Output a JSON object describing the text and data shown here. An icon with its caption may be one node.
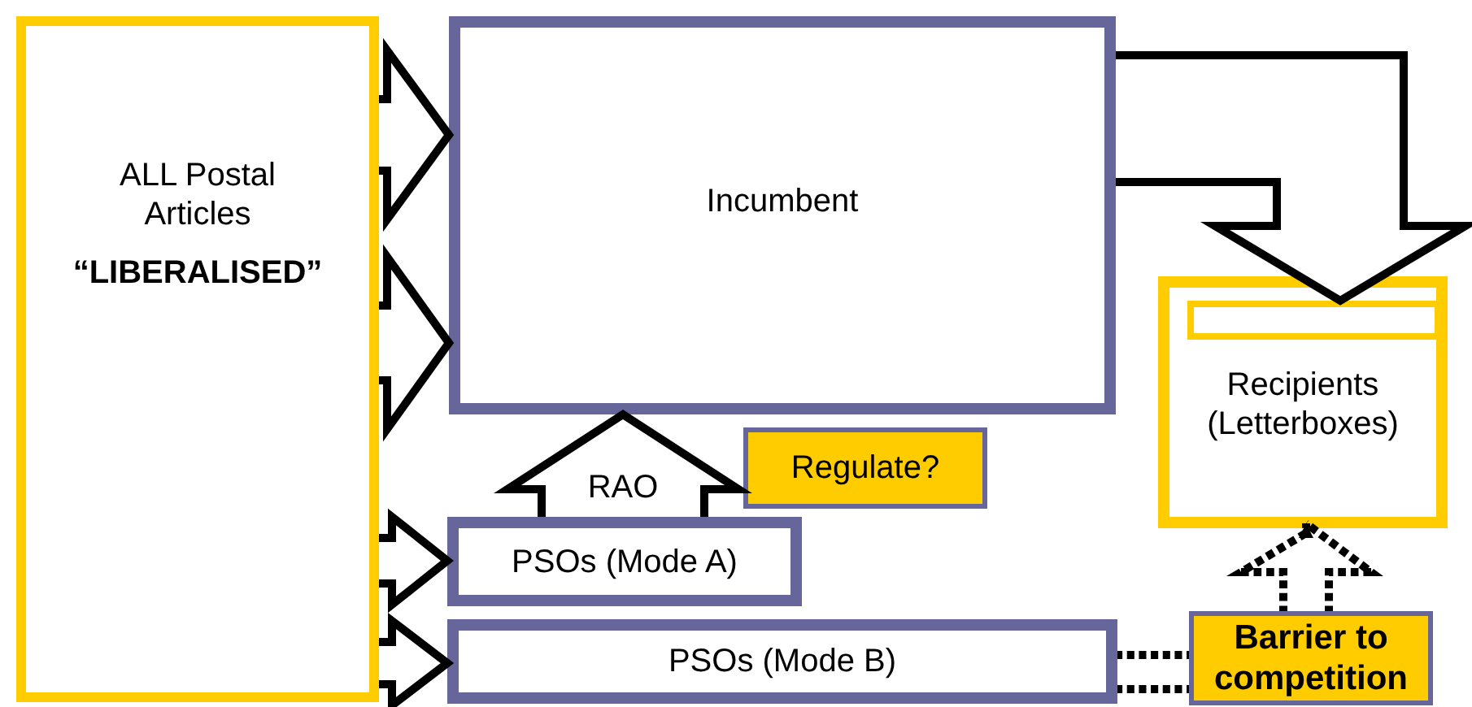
{
  "diagram": {
    "nodes": [
      {
        "text": [
          "ALL Postal Articles",
          "“LIBERALISED”"
        ]
      },
      {
        "text": [
          "Incumbent"
        ]
      },
      {
        "text": [
          "Recipients (Letterboxes)"
        ]
      },
      {
        "text": [],
        "shape": "bar",
        "in": 2
      },
      {
        "text": [
          "Regulate?"
        ]
      },
      {
        "text": [
          "PSOs (Mode A)"
        ]
      },
      {
        "text": [
          "PSOs (Mode B)"
        ]
      },
      {
        "text": [
          "Barrier to competition"
        ]
      }
    ],
    "edges": [
      {
        "from": 0,
        "to": 1,
        "arrow": "to"
      },
      {
        "from": 0,
        "to": 1,
        "arrow": "to"
      },
      {
        "from": 0,
        "to": 5,
        "arrow": "to"
      },
      {
        "from": 0,
        "to": 6,
        "arrow": "to"
      },
      {
        "from": 5,
        "to": 1,
        "arrow": "to",
        "label": "RAO"
      },
      {
        "from": 1,
        "to": 3,
        "arrow": "to"
      },
      {
        "from": 6,
        "to": 7,
        "arrow": "none",
        "style": "dashed"
      },
      {
        "from": 7,
        "to": 2,
        "arrow": "to",
        "style": "dashed"
      }
    ]
  }
}
